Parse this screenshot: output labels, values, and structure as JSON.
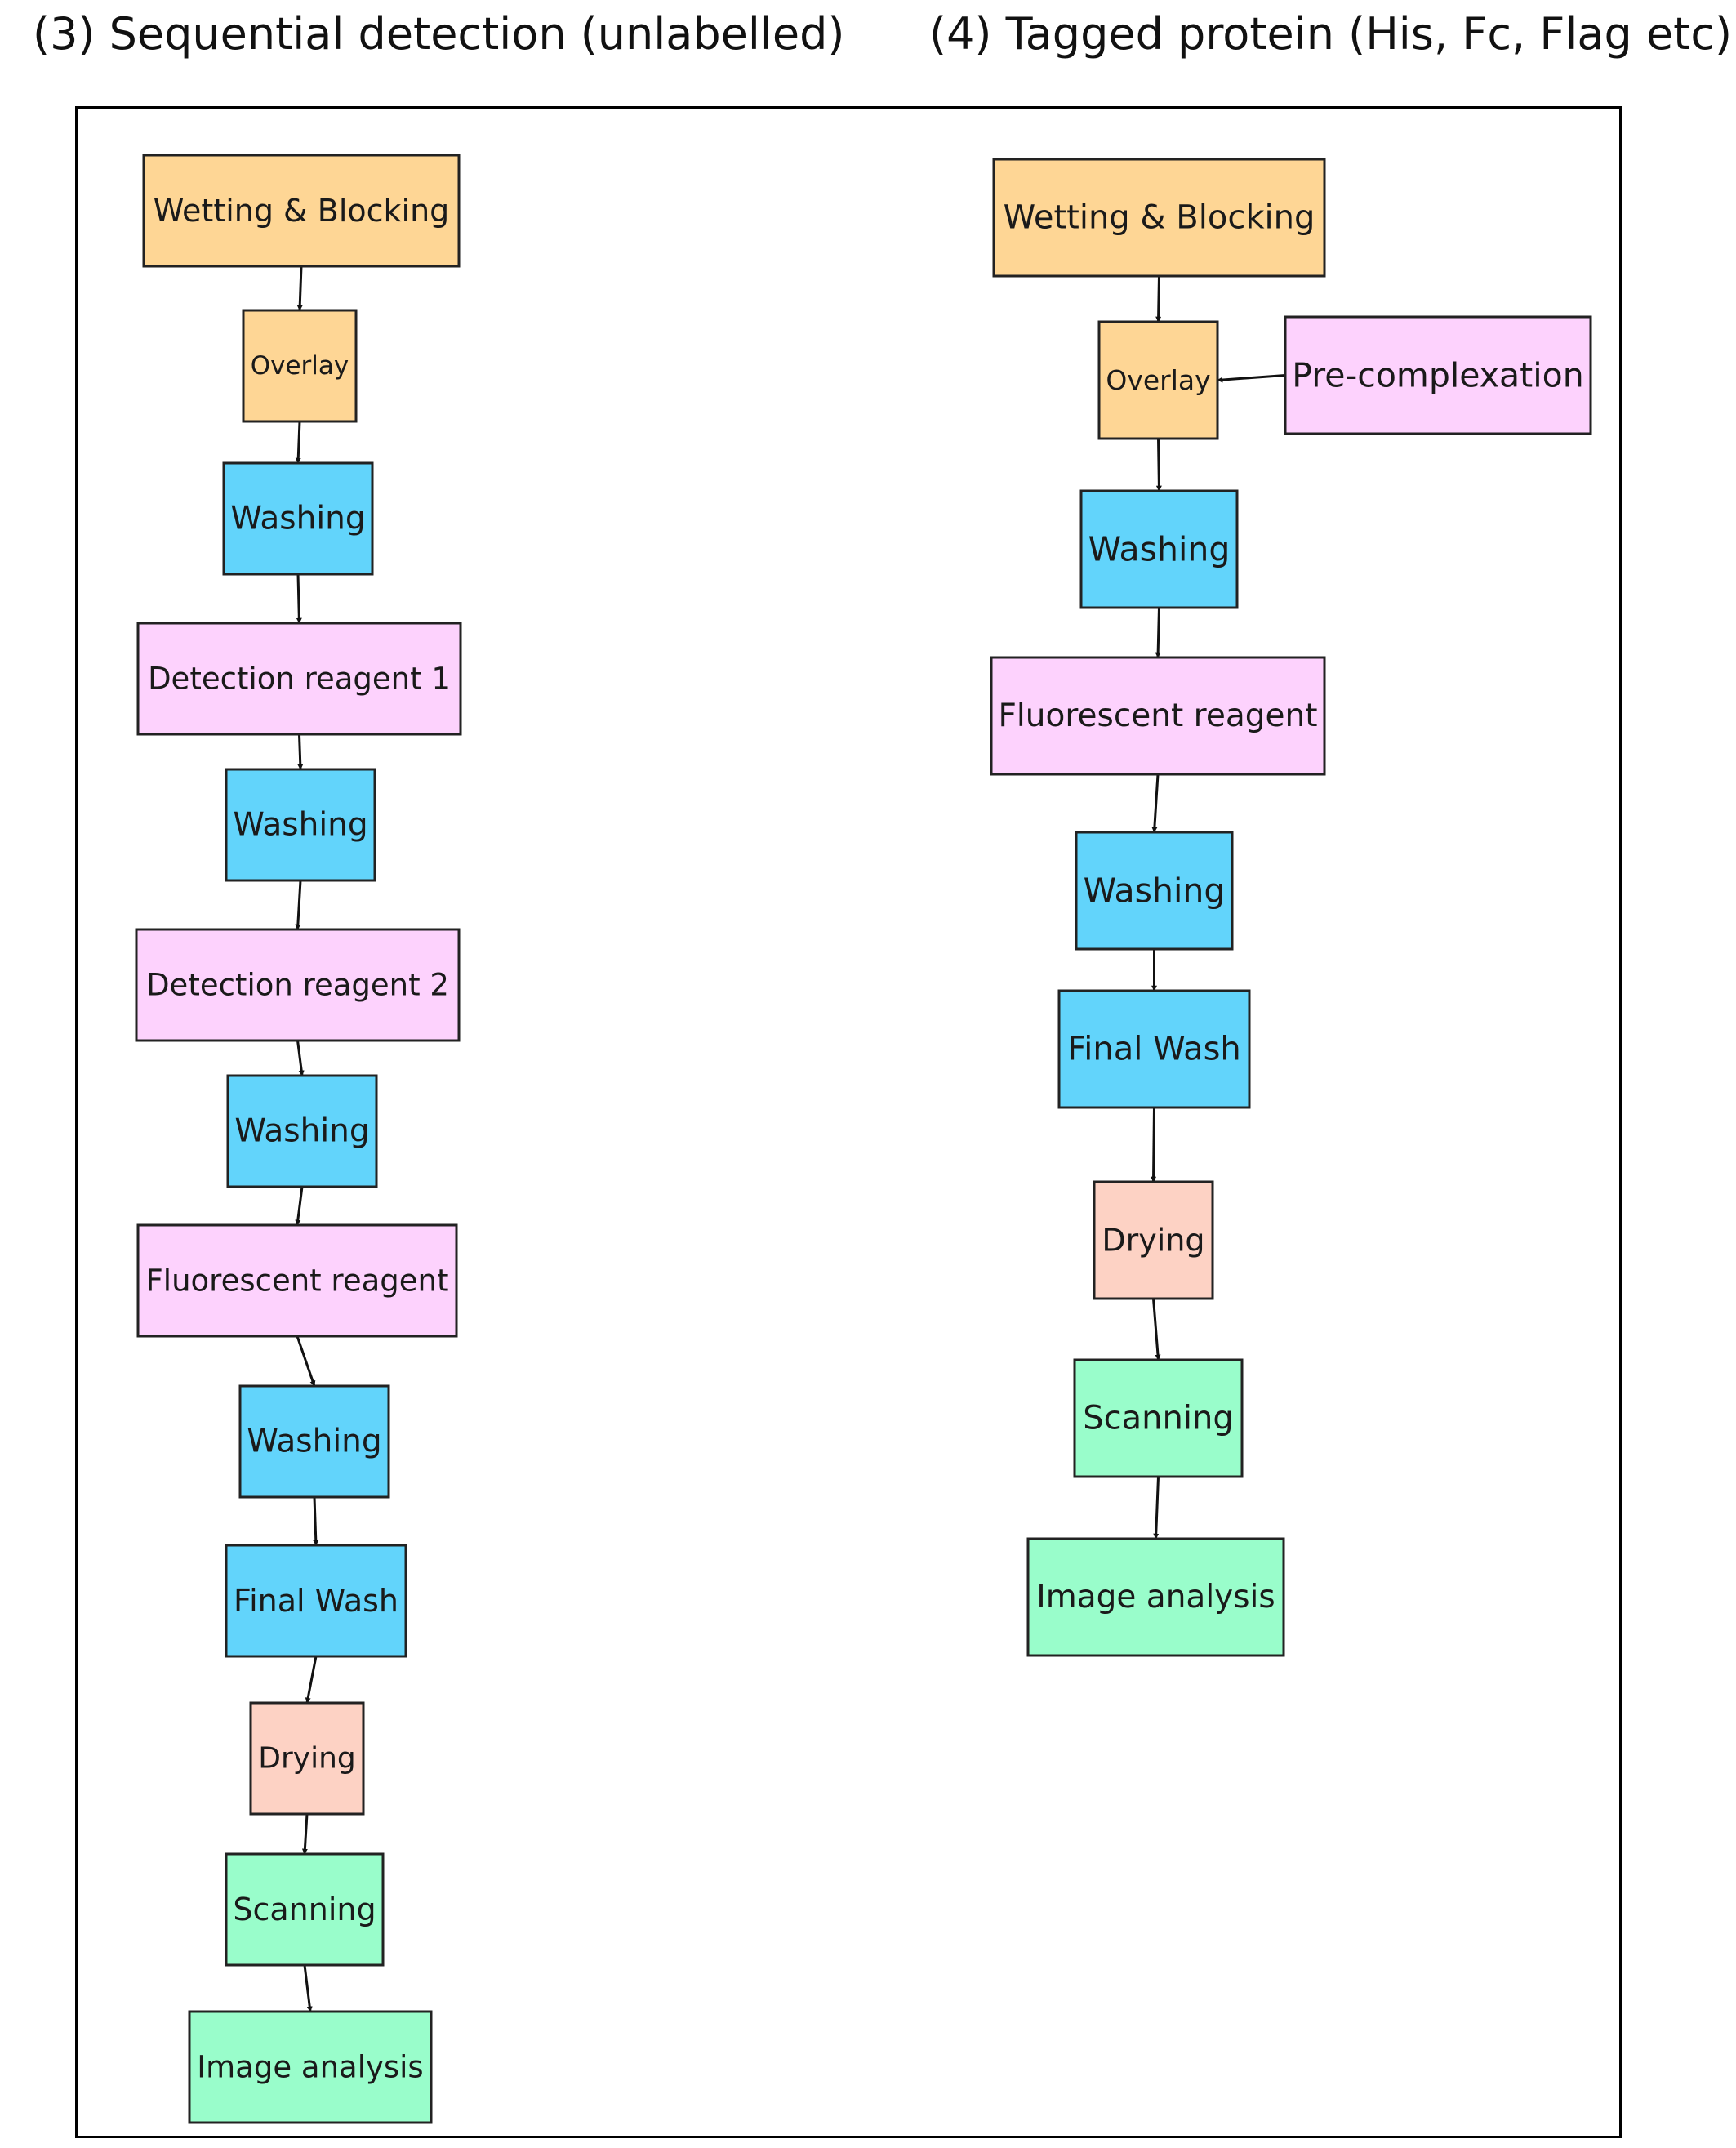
{
  "headings": {
    "left": "(3) Sequential detection (unlabelled)",
    "right": "(4) Tagged protein (His, Fc, Flag etc)"
  },
  "colors": {
    "orange": "#FED695",
    "blue": "#62D4FB",
    "pink": "#FDD2FD",
    "salmon": "#FDD2C4",
    "green": "#99FDCB"
  },
  "flows": [
    {
      "name": "sequential-detection",
      "nodes": [
        {
          "id": "l1",
          "label": "Wetting & Blocking",
          "color": "orange"
        },
        {
          "id": "l2",
          "label": "Overlay",
          "color": "orange"
        },
        {
          "id": "l3",
          "label": "Washing",
          "color": "blue"
        },
        {
          "id": "l4",
          "label": "Detection reagent 1",
          "color": "pink"
        },
        {
          "id": "l5",
          "label": "Washing",
          "color": "blue"
        },
        {
          "id": "l6",
          "label": "Detection reagent 2",
          "color": "pink"
        },
        {
          "id": "l7",
          "label": "Washing",
          "color": "blue"
        },
        {
          "id": "l8",
          "label": "Fluorescent reagent",
          "color": "pink"
        },
        {
          "id": "l9",
          "label": "Washing",
          "color": "blue"
        },
        {
          "id": "l10",
          "label": "Final Wash",
          "color": "blue"
        },
        {
          "id": "l11",
          "label": "Drying",
          "color": "salmon"
        },
        {
          "id": "l12",
          "label": "Scanning",
          "color": "green"
        },
        {
          "id": "l13",
          "label": "Image analysis",
          "color": "green"
        }
      ],
      "edges": [
        [
          "l1",
          "l2"
        ],
        [
          "l2",
          "l3"
        ],
        [
          "l3",
          "l4"
        ],
        [
          "l4",
          "l5"
        ],
        [
          "l5",
          "l6"
        ],
        [
          "l6",
          "l7"
        ],
        [
          "l7",
          "l8"
        ],
        [
          "l8",
          "l9"
        ],
        [
          "l9",
          "l10"
        ],
        [
          "l10",
          "l11"
        ],
        [
          "l11",
          "l12"
        ],
        [
          "l12",
          "l13"
        ]
      ]
    },
    {
      "name": "tagged-protein",
      "nodes": [
        {
          "id": "r1",
          "label": "Wetting & Blocking",
          "color": "orange"
        },
        {
          "id": "r2",
          "label": "Overlay",
          "color": "orange"
        },
        {
          "id": "rp",
          "label": "Pre-complexation",
          "color": "pink"
        },
        {
          "id": "r3",
          "label": "Washing",
          "color": "blue"
        },
        {
          "id": "r4",
          "label": "Fluorescent reagent",
          "color": "pink"
        },
        {
          "id": "r5",
          "label": "Washing",
          "color": "blue"
        },
        {
          "id": "r6",
          "label": "Final Wash",
          "color": "blue"
        },
        {
          "id": "r7",
          "label": "Drying",
          "color": "salmon"
        },
        {
          "id": "r8",
          "label": "Scanning",
          "color": "green"
        },
        {
          "id": "r9",
          "label": "Image analysis",
          "color": "green"
        }
      ],
      "edges": [
        [
          "r1",
          "r2"
        ],
        [
          "rp",
          "r2"
        ],
        [
          "r2",
          "r3"
        ],
        [
          "r3",
          "r4"
        ],
        [
          "r4",
          "r5"
        ],
        [
          "r5",
          "r6"
        ],
        [
          "r6",
          "r7"
        ],
        [
          "r7",
          "r8"
        ],
        [
          "r8",
          "r9"
        ]
      ]
    }
  ]
}
